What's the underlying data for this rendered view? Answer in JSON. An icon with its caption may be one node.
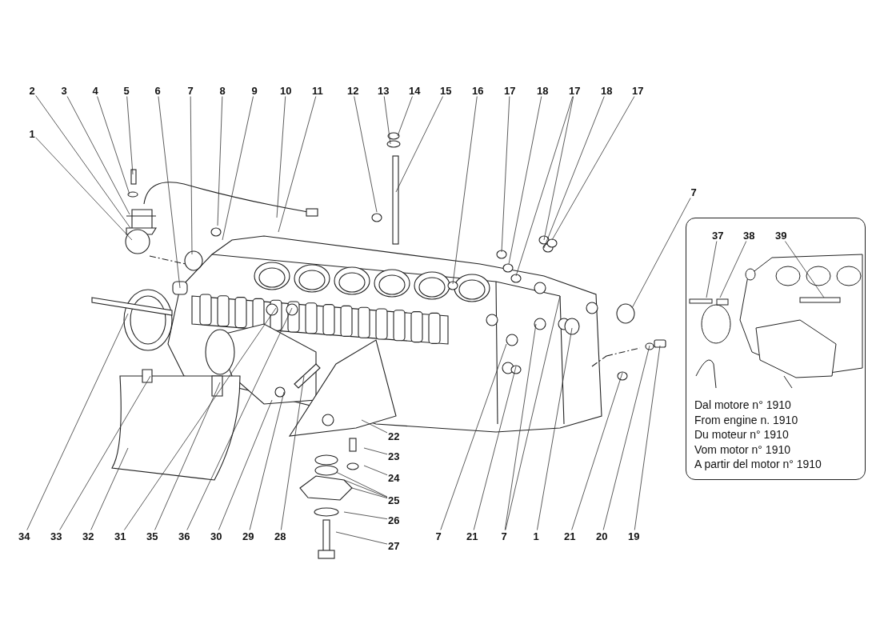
{
  "diagram": {
    "nodes": [
      {
        "text": [
          "1"
        ]
      },
      {
        "text": [
          "2"
        ]
      },
      {
        "text": [
          "3"
        ]
      },
      {
        "text": [
          "4"
        ]
      },
      {
        "text": [
          "5"
        ]
      },
      {
        "text": [
          "6"
        ]
      },
      {
        "text": [
          "7"
        ]
      },
      {
        "text": [
          "8"
        ]
      },
      {
        "text": [
          "9"
        ]
      },
      {
        "text": [
          "10"
        ]
      },
      {
        "text": [
          "11"
        ]
      },
      {
        "text": [
          "12"
        ]
      },
      {
        "text": [
          "13"
        ]
      },
      {
        "text": [
          "14"
        ]
      },
      {
        "text": [
          "15"
        ]
      },
      {
        "text": [
          "16"
        ]
      },
      {
        "text": [
          "17"
        ]
      },
      {
        "text": [
          "18"
        ]
      },
      {
        "text": [
          "17"
        ]
      },
      {
        "text": [
          "18"
        ]
      },
      {
        "text": [
          "17"
        ]
      },
      {
        "text": [
          "7"
        ]
      },
      {
        "text": [
          "Dal motore n° 1910",
          "From engine n. 1910",
          "Du moteur n° 1910",
          "Vom motor n° 1910",
          "A partir del motor n° 1910"
        ]
      },
      {
        "text": [
          "37"
        ],
        "in": 22
      },
      {
        "text": [
          "38"
        ],
        "in": 22
      },
      {
        "text": [
          "39"
        ],
        "in": 22
      },
      {
        "text": [
          "34"
        ]
      },
      {
        "text": [
          "33"
        ]
      },
      {
        "text": [
          "32"
        ]
      },
      {
        "text": [
          "31"
        ]
      },
      {
        "text": [
          "35"
        ]
      },
      {
        "text": [
          "36"
        ]
      },
      {
        "text": [
          "30"
        ]
      },
      {
        "text": [
          "29"
        ]
      },
      {
        "text": [
          "28"
        ]
      },
      {
        "text": [
          "22"
        ]
      },
      {
        "text": [
          "23"
        ]
      },
      {
        "text": [
          "24"
        ]
      },
      {
        "text": [
          "25"
        ]
      },
      {
        "text": [
          "26"
        ]
      },
      {
        "text": [
          "27"
        ]
      },
      {
        "text": [
          "7"
        ]
      },
      {
        "text": [
          "21"
        ]
      },
      {
        "text": [
          "7"
        ]
      },
      {
        "text": [
          "1"
        ]
      },
      {
        "text": [
          "21"
        ]
      },
      {
        "text": [
          "20"
        ]
      },
      {
        "text": [
          "19"
        ]
      }
    ],
    "edges": [
      {
        "from": 0,
        "to": null,
        "arrow": "none"
      },
      {
        "from": 1,
        "to": null,
        "arrow": "none"
      },
      {
        "from": 2,
        "to": null,
        "arrow": "none"
      },
      {
        "from": 3,
        "to": null,
        "arrow": "none"
      },
      {
        "from": 4,
        "to": null,
        "arrow": "none"
      },
      {
        "from": 5,
        "to": null,
        "arrow": "none"
      },
      {
        "from": 6,
        "to": null,
        "arrow": "none"
      },
      {
        "from": 7,
        "to": null,
        "arrow": "none"
      },
      {
        "from": 8,
        "to": null,
        "arrow": "none"
      },
      {
        "from": 9,
        "to": null,
        "arrow": "none"
      },
      {
        "from": 10,
        "to": null,
        "arrow": "none"
      },
      {
        "from": 11,
        "to": null,
        "arrow": "none"
      },
      {
        "from": 12,
        "to": null,
        "arrow": "none"
      },
      {
        "from": 13,
        "to": null,
        "arrow": "none"
      },
      {
        "from": 14,
        "to": null,
        "arrow": "none"
      },
      {
        "from": 15,
        "to": null,
        "arrow": "none"
      },
      {
        "from": 16,
        "to": null,
        "arrow": "none"
      },
      {
        "from": 17,
        "to": null,
        "arrow": "none"
      },
      {
        "from": 18,
        "to": null,
        "arrow": "none"
      },
      {
        "from": 18,
        "to": null,
        "arrow": "none"
      },
      {
        "from": 19,
        "to": null,
        "arrow": "none"
      },
      {
        "from": 20,
        "to": null,
        "arrow": "none"
      },
      {
        "from": 21,
        "to": null,
        "arrow": "none"
      },
      {
        "from": 23,
        "to": null,
        "arrow": "none"
      },
      {
        "from": 24,
        "to": null,
        "arrow": "none"
      },
      {
        "from": 25,
        "to": null,
        "arrow": "none"
      },
      {
        "from": 26,
        "to": null,
        "arrow": "none"
      },
      {
        "from": 27,
        "to": null,
        "arrow": "none"
      },
      {
        "from": 28,
        "to": null,
        "arrow": "none"
      },
      {
        "from": 29,
        "to": null,
        "arrow": "none"
      },
      {
        "from": 30,
        "to": null,
        "arrow": "none"
      },
      {
        "from": 31,
        "to": null,
        "arrow": "none"
      },
      {
        "from": 32,
        "to": null,
        "arrow": "none"
      },
      {
        "from": 33,
        "to": null,
        "arrow": "none"
      },
      {
        "from": 34,
        "to": null,
        "arrow": "none"
      },
      {
        "from": 35,
        "to": null,
        "arrow": "none"
      },
      {
        "from": 36,
        "to": null,
        "arrow": "none"
      },
      {
        "from": 37,
        "to": null,
        "arrow": "none"
      },
      {
        "from": 38,
        "to": null,
        "arrow": "none"
      },
      {
        "from": 38,
        "to": null,
        "arrow": "none"
      },
      {
        "from": 38,
        "to": null,
        "arrow": "none"
      },
      {
        "from": 39,
        "to": null,
        "arrow": "none"
      },
      {
        "from": 40,
        "to": null,
        "arrow": "none"
      },
      {
        "from": 41,
        "to": null,
        "arrow": "none"
      },
      {
        "from": 42,
        "to": null,
        "arrow": "none"
      },
      {
        "from": 43,
        "to": null,
        "arrow": "none"
      },
      {
        "from": 43,
        "to": null,
        "arrow": "none"
      },
      {
        "from": 44,
        "to": null,
        "arrow": "none"
      },
      {
        "from": 45,
        "to": null,
        "arrow": "none"
      },
      {
        "from": 46,
        "to": null,
        "arrow": "none"
      },
      {
        "from": 47,
        "to": null,
        "arrow": "none"
      }
    ]
  }
}
